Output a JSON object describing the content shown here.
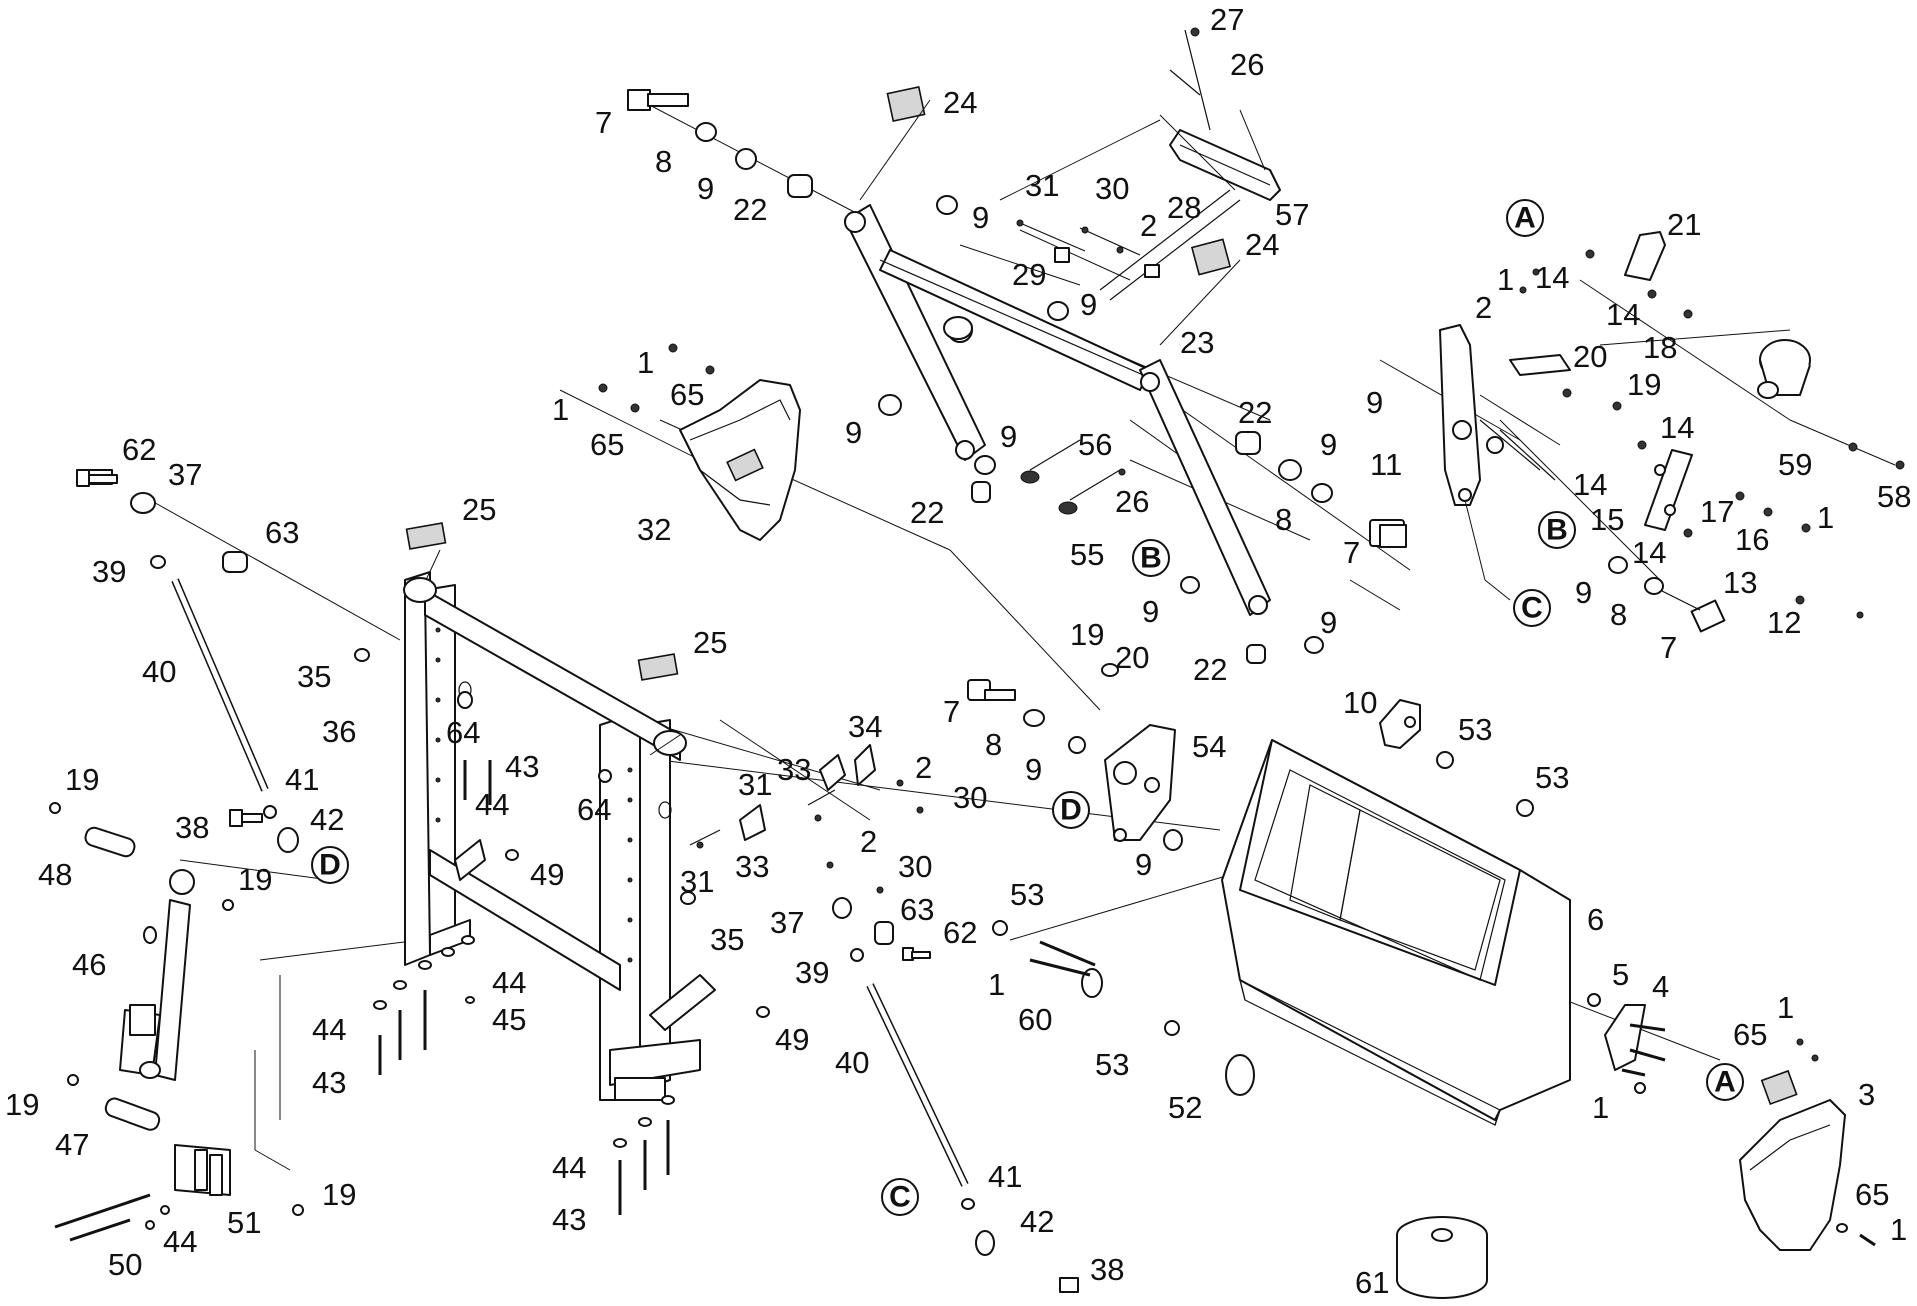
{
  "callouts": [
    "A",
    "B",
    "C",
    "D"
  ],
  "part_numbers": {
    "p1": "1",
    "p2": "2",
    "p3": "3",
    "p4": "4",
    "p5": "5",
    "p6": "6",
    "p7": "7",
    "p8": "8",
    "p9": "9",
    "p10": "10",
    "p11": "11",
    "p12": "12",
    "p13": "13",
    "p14": "14",
    "p15": "15",
    "p16": "16",
    "p17": "17",
    "p18": "18",
    "p19": "19",
    "p20": "20",
    "p21": "21",
    "p22": "22",
    "p23": "23",
    "p24": "24",
    "p25": "25",
    "p26": "26",
    "p27": "27",
    "p28": "28",
    "p29": "29",
    "p30": "30",
    "p31": "31",
    "p32": "32",
    "p33": "33",
    "p34": "34",
    "p35": "35",
    "p36": "36",
    "p37": "37",
    "p38": "38",
    "p39": "39",
    "p40": "40",
    "p41": "41",
    "p42": "42",
    "p43": "43",
    "p44": "44",
    "p45": "45",
    "p46": "46",
    "p47": "47",
    "p48": "48",
    "p49": "49",
    "p50": "50",
    "p51": "51",
    "p52": "52",
    "p53": "53",
    "p54": "54",
    "p55": "55",
    "p56": "56",
    "p57": "57",
    "p58": "58",
    "p59": "59",
    "p60": "60",
    "p61": "61",
    "p62": "62",
    "p63": "63",
    "p64": "64",
    "p65": "65"
  }
}
